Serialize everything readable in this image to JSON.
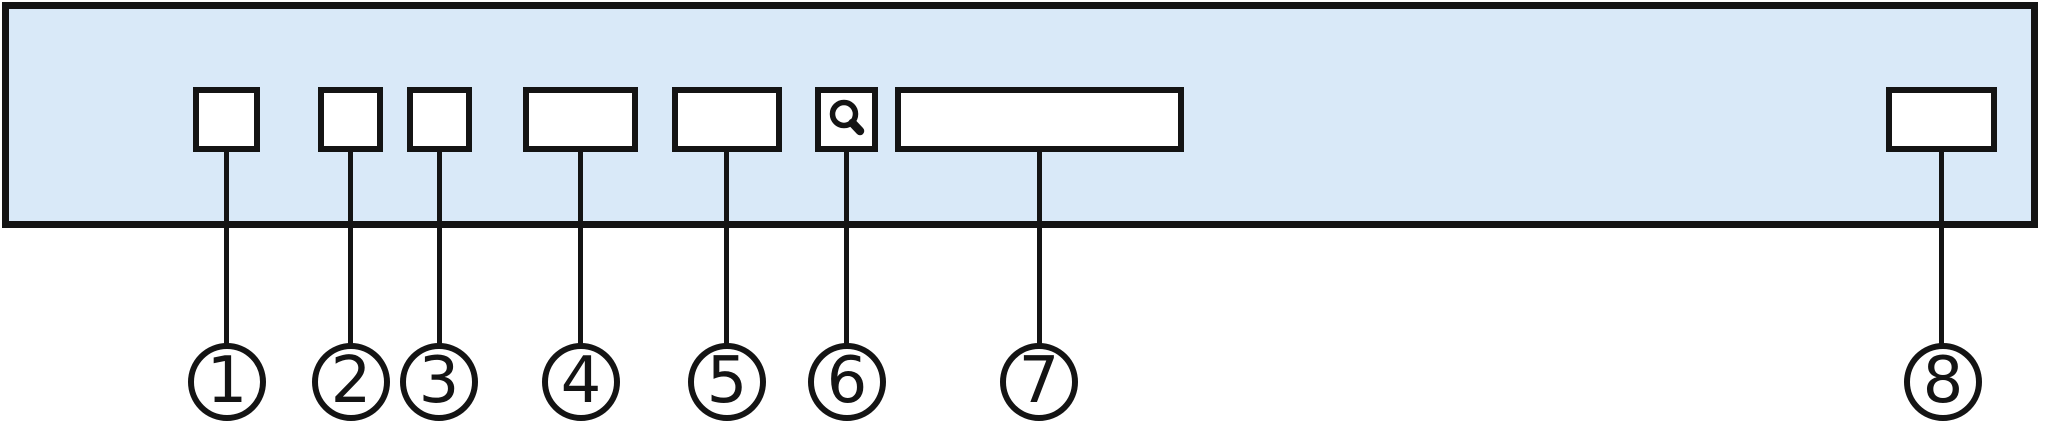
{
  "colors": {
    "toolbar_fill": "#d9e9f8",
    "box_fill": "#ffffff",
    "stroke": "#141414"
  },
  "toolbar": {
    "boxes": [
      {
        "id": 1,
        "callout": "1",
        "icon": null
      },
      {
        "id": 2,
        "callout": "2",
        "icon": null
      },
      {
        "id": 3,
        "callout": "3",
        "icon": null
      },
      {
        "id": 4,
        "callout": "4",
        "icon": null
      },
      {
        "id": 5,
        "callout": "5",
        "icon": null
      },
      {
        "id": 6,
        "callout": "6",
        "icon": "search-icon"
      },
      {
        "id": 7,
        "callout": "7",
        "icon": null
      },
      {
        "id": 8,
        "callout": "8",
        "icon": null
      }
    ]
  },
  "callouts": [
    {
      "label": "1"
    },
    {
      "label": "2"
    },
    {
      "label": "3"
    },
    {
      "label": "4"
    },
    {
      "label": "5"
    },
    {
      "label": "6"
    },
    {
      "label": "7"
    },
    {
      "label": "8"
    }
  ]
}
